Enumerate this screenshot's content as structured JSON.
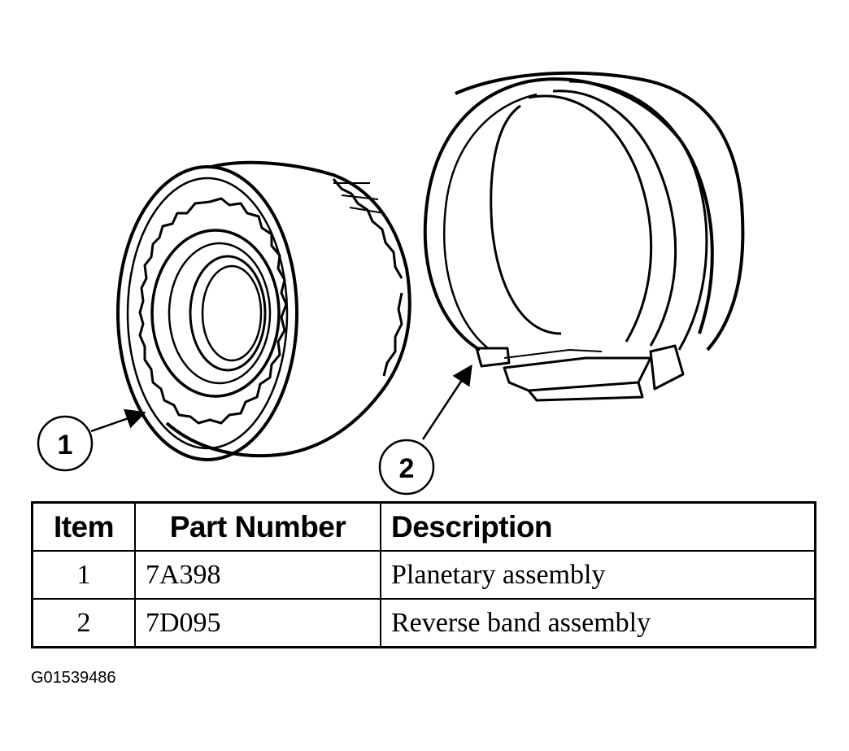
{
  "callouts": [
    {
      "number": "1",
      "target": "planetary-assembly"
    },
    {
      "number": "2",
      "target": "reverse-band-assembly"
    }
  ],
  "table": {
    "headers": {
      "item": "Item",
      "part_number": "Part Number",
      "description": "Description"
    },
    "rows": [
      {
        "item": "1",
        "part_number": "7A398",
        "description": "Planetary assembly"
      },
      {
        "item": "2",
        "part_number": "7D095",
        "description": "Reverse band assembly"
      }
    ]
  },
  "figure_id": "G01539486"
}
